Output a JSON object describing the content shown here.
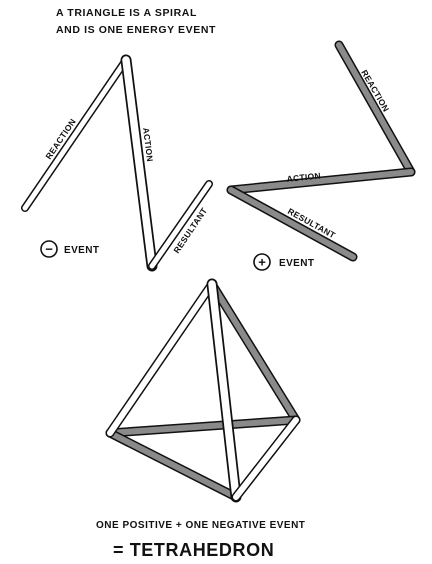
{
  "title": {
    "line1": "A TRIANGLE IS A SPIRAL",
    "line2": "AND IS ONE ENERGY EVENT"
  },
  "negative_spiral": {
    "reaction_label": "REACTION",
    "action_label": "ACTION",
    "resultant_label": "RESULTANT",
    "symbol": "−",
    "event_label": "EVENT"
  },
  "positive_spiral": {
    "reaction_label": "REACTION",
    "action_label": "ACTION",
    "resultant_label": "RESULTANT",
    "symbol": "+",
    "event_label": "EVENT"
  },
  "caption": {
    "line1": "ONE POSITIVE + ONE NEGATIVE EVENT",
    "line2": "= TETRAHEDRON"
  }
}
